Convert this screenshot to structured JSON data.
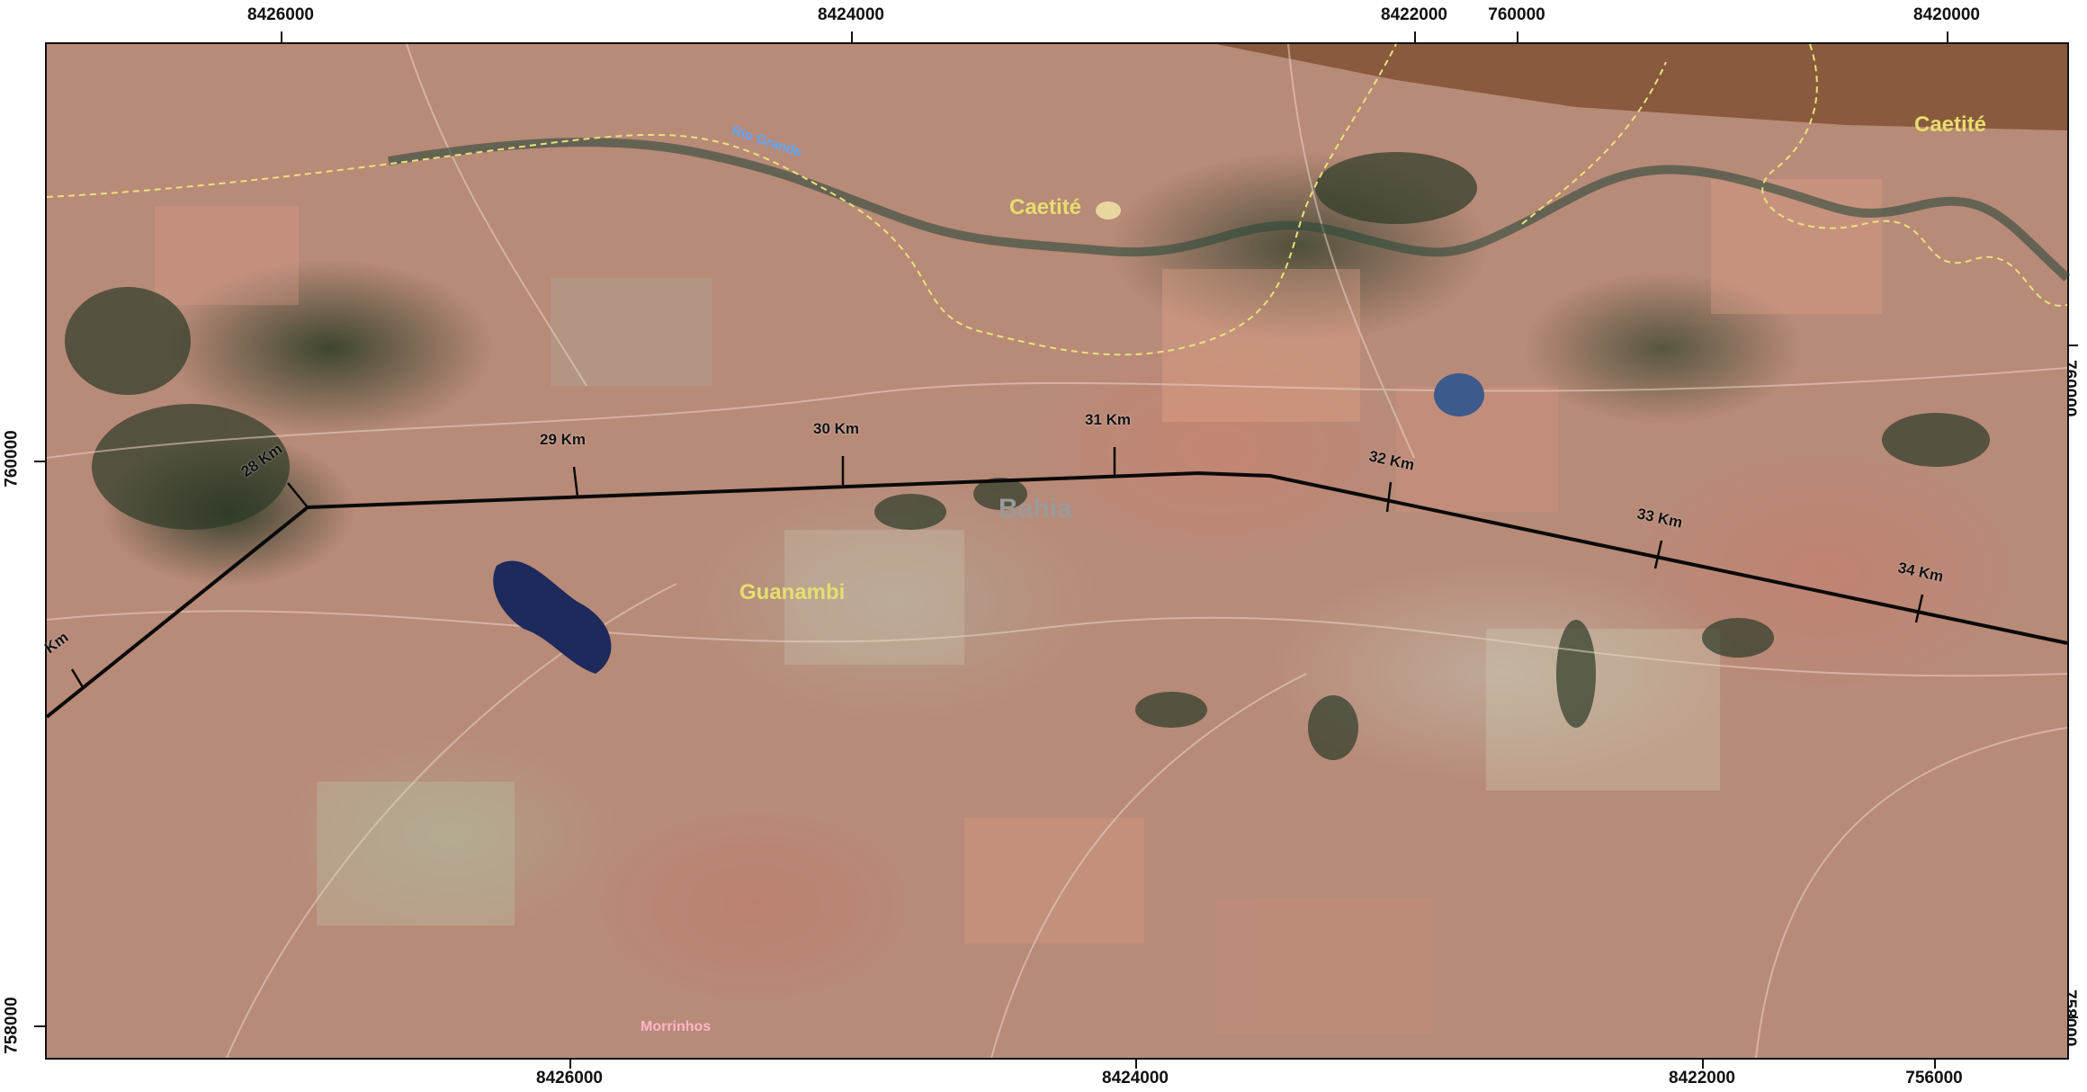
{
  "grid_labels": {
    "top": [
      "8426000",
      "8424000",
      "8422000",
      "760000",
      "8420000"
    ],
    "bottom": [
      "8426000",
      "8424000",
      "8422000",
      "756000"
    ],
    "left": [
      "760000",
      "758000"
    ],
    "right": [
      "760000",
      "758000"
    ]
  },
  "route_km_labels": [
    "Km",
    "28 Km",
    "29 Km",
    "30 Km",
    "31 Km",
    "32 Km",
    "33 Km",
    "34 Km"
  ],
  "places": {
    "river": "Rio Grande",
    "caetite_1": "Caetité",
    "caetite_2": "Caetité",
    "state": "Bahia",
    "guanambi": "Guanambi",
    "bottom_town": "Morrinhos"
  },
  "colors": {
    "route_line": "#0a0a0a",
    "boundary_line": "#e8e27a",
    "river_label": "#5aa8ff",
    "place_label": "#e7dd6e",
    "state_label": "#9a9a9a",
    "bottom_label": "#ffb5c8",
    "water": "#1e2a5c",
    "overlay_region": "#7a4a2a"
  }
}
